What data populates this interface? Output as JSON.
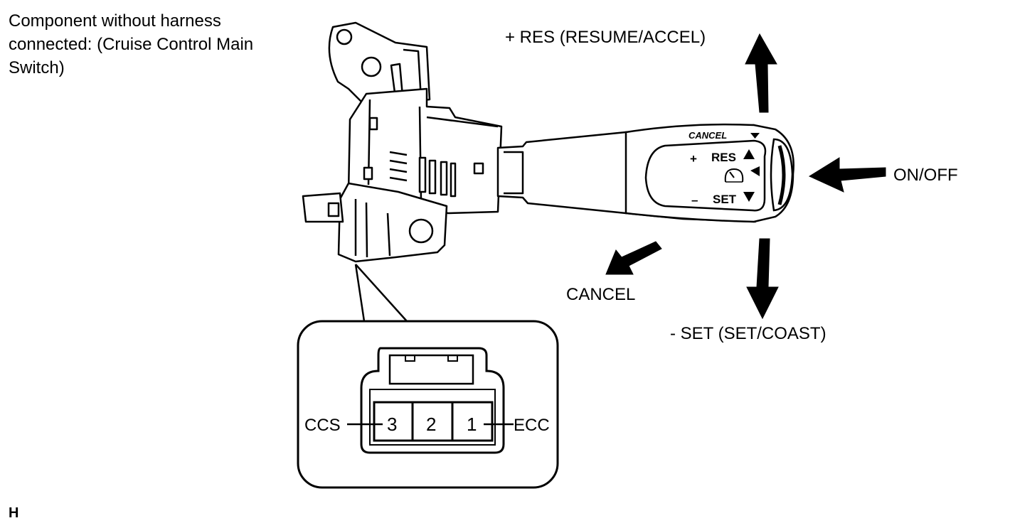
{
  "caption": {
    "line1": "Component without harness",
    "line2": "connected: (Cruise Control Main",
    "line3": "Switch)"
  },
  "directions": {
    "resume": "+ RES (RESUME/ACCEL)",
    "on_off": "ON/OFF",
    "cancel": "CANCEL",
    "set": "- SET (SET/COAST)"
  },
  "lever_face": {
    "cancel": "CANCEL",
    "res": "RES",
    "set": "SET",
    "plus": "+",
    "minus": "–"
  },
  "connector": {
    "left_label": "CCS",
    "right_label": "ECC",
    "pins": [
      "3",
      "2",
      "1"
    ]
  },
  "corner_mark": "H",
  "colors": {
    "ink": "#000000",
    "paper": "#ffffff"
  }
}
